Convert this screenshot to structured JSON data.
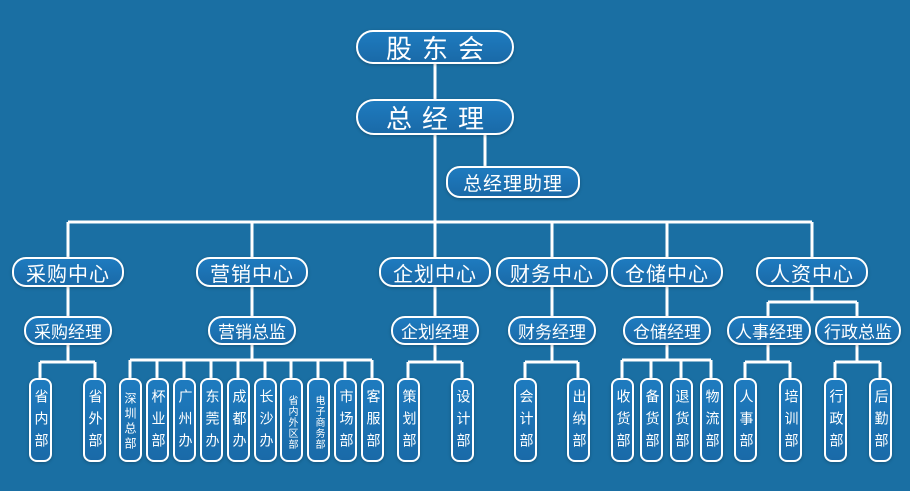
{
  "root": "股东会",
  "gm": "总经理",
  "assistant": "总经理助理",
  "centers": [
    {
      "name": "采购中心",
      "manager": "采购经理",
      "depts": [
        "省内部",
        "省外部"
      ]
    },
    {
      "name": "营销中心",
      "manager": "营销总监",
      "depts": [
        "深圳总部",
        "杯业部",
        "广州办",
        "东莞办",
        "成都办",
        "长沙办",
        "省内外区部",
        "电子商务部",
        "市场部",
        "客服部"
      ]
    },
    {
      "name": "企划中心",
      "manager": "企划经理",
      "depts": [
        "策划部",
        "设计部"
      ]
    },
    {
      "name": "财务中心",
      "manager": "财务经理",
      "depts": [
        "会计部",
        "出纳部"
      ]
    },
    {
      "name": "仓储中心",
      "manager": "仓储经理",
      "depts": [
        "收货部",
        "备货部",
        "退货部",
        "物流部"
      ]
    },
    {
      "name": "人资中心",
      "managers": [
        "人事经理",
        "行政总监"
      ],
      "depts_a": [
        "人事部",
        "培训部"
      ],
      "depts_b": [
        "行政部",
        "后勤部"
      ]
    }
  ]
}
